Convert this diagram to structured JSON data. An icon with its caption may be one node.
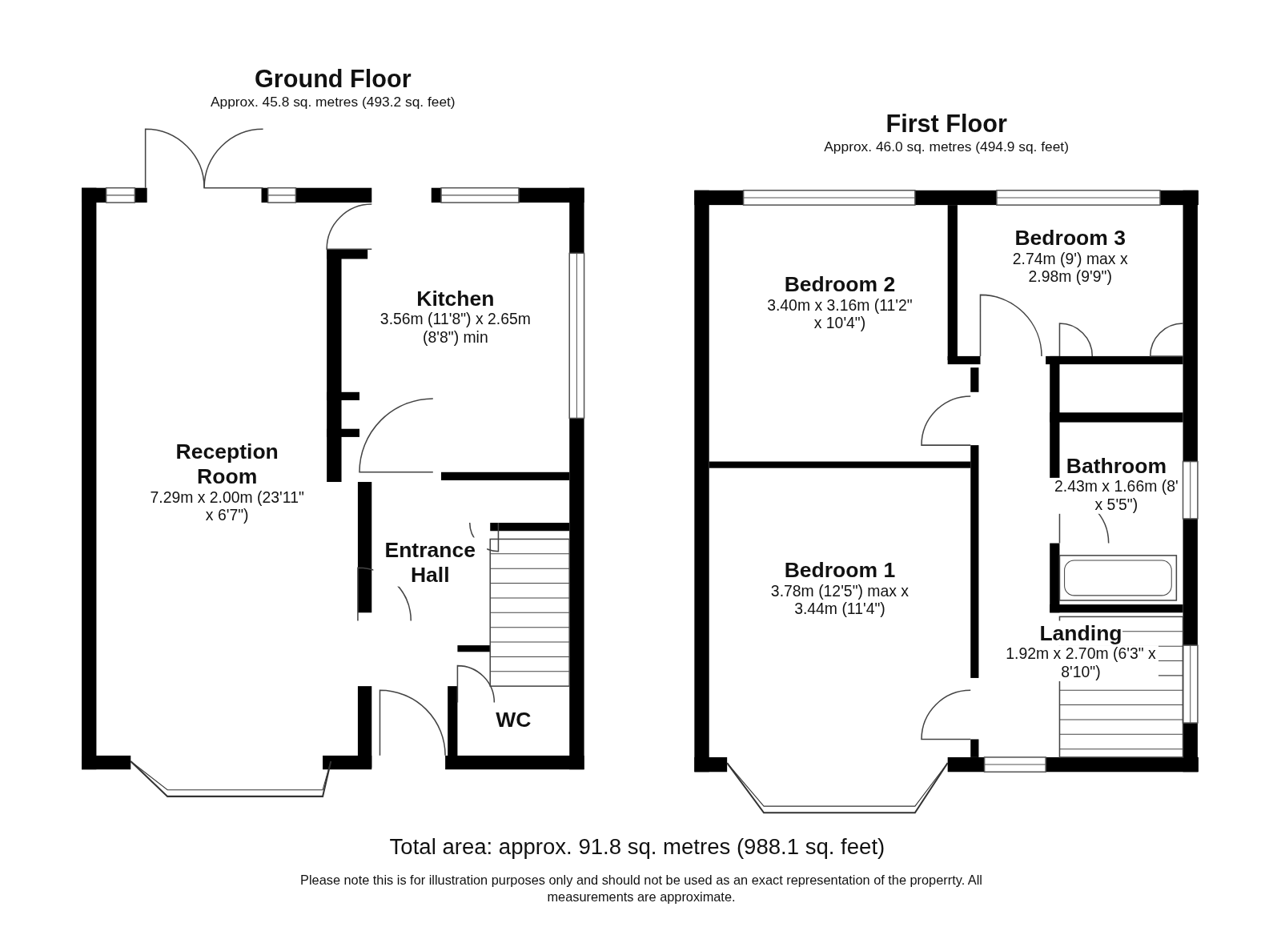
{
  "diagram": {
    "nodes": [
      {
        "text": [
          "Ground Floor",
          "Approx. 45.8 sq. metres (493.2 sq. feet)"
        ]
      },
      {
        "text": [
          "Reception Room",
          "7.29m x 2.00m (23'11\" x 6'7\")"
        ],
        "in": 0
      },
      {
        "text": [
          "Kitchen",
          "3.56m (11'8\") x 2.65m (8'8\") min"
        ],
        "in": 0
      },
      {
        "text": [
          "Entrance Hall"
        ],
        "in": 0
      },
      {
        "text": [
          "WC"
        ],
        "in": 0
      },
      {
        "text": [
          "First Floor",
          "Approx. 46.0 sq. metres (494.9 sq. feet)"
        ]
      },
      {
        "text": [
          "Bedroom 2",
          "3.40m x 3.16m (11'2\" x 10'4\")"
        ],
        "in": 5
      },
      {
        "text": [
          "Bedroom 3",
          "2.74m (9') max x 2.98m (9'9\")"
        ],
        "in": 5
      },
      {
        "text": [
          "Bathroom",
          "2.43m x 1.66m (8' x 5'5\")"
        ],
        "in": 5
      },
      {
        "text": [
          "Bedroom 1",
          "3.78m (12'5\") max x 3.44m (11'4\")"
        ],
        "in": 5
      },
      {
        "text": [
          "Landing",
          "1.92m x 2.70m (6'3\" x 8'10\")"
        ],
        "in": 5
      }
    ],
    "labels": [
      "Total area: approx. 91.8 sq. metres (988.1 sq. feet)",
      "Please note this is for illustration purposes only and should not be used as an exact representation of the properrty. All measurements are approximate."
    ]
  }
}
